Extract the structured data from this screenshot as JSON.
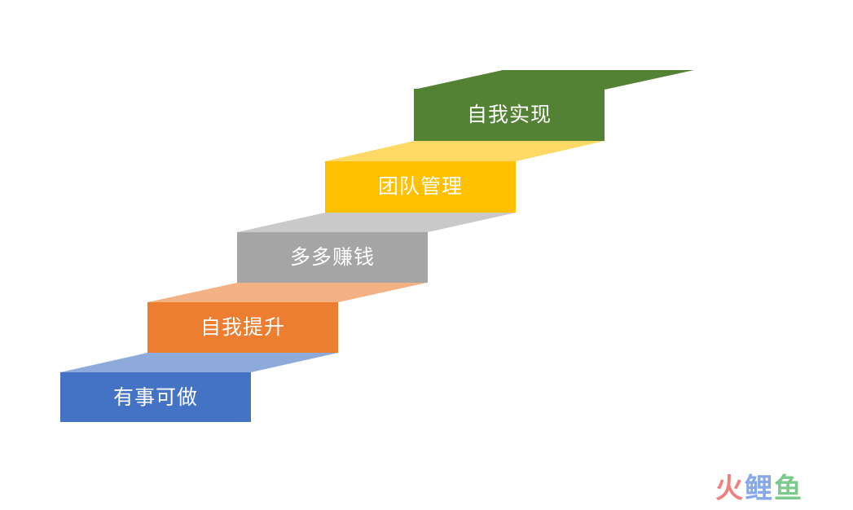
{
  "diagram": {
    "type": "staircase",
    "steps": [
      {
        "label": "有事可做",
        "front_color": "#4472c4",
        "top_color": "#8eaadb"
      },
      {
        "label": "自我提升",
        "front_color": "#ed7d31",
        "top_color": "#f4b183"
      },
      {
        "label": "多多赚钱",
        "front_color": "#a5a5a5",
        "top_color": "#c9c9c9"
      },
      {
        "label": "团队管理",
        "front_color": "#ffc000",
        "top_color": "#ffd966"
      },
      {
        "label": "自我实现",
        "front_color": "#548235",
        "top_color": "#548235"
      }
    ]
  },
  "watermark": {
    "chars": [
      "火",
      "鲤",
      "鱼"
    ],
    "colors": [
      "#f0807e",
      "#86a8e8",
      "#7cc98e"
    ]
  }
}
